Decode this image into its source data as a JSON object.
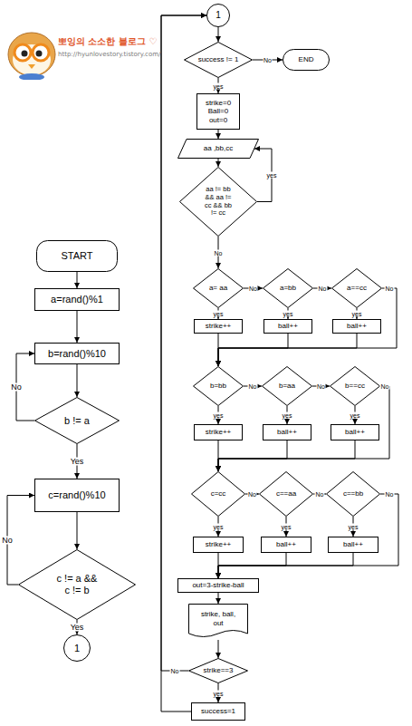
{
  "diagram": {
    "nodes": [
      {
        "text": [
          "START"
        ]
      },
      {
        "text": [
          "a=rand()%1"
        ]
      },
      {
        "text": [
          "b=rand()%10"
        ]
      },
      {
        "text": [
          "b != a"
        ]
      },
      {
        "text": [
          "c=rand()%10"
        ]
      },
      {
        "text": [
          "c != a && c != b"
        ]
      },
      {
        "text": [
          "1"
        ]
      },
      {
        "text": [
          "1"
        ]
      },
      {
        "text": [
          "success != 1"
        ]
      },
      {
        "text": [
          "END"
        ]
      },
      {
        "text": [
          "strike=0 Ball=0 out=0"
        ]
      },
      {
        "text": [
          "aa ,bb,cc"
        ]
      },
      {
        "text": [
          "aa != bb && aa != cc && bb != cc"
        ]
      },
      {
        "text": [
          "a= aa"
        ]
      },
      {
        "text": [
          "a=bb"
        ]
      },
      {
        "text": [
          "a==cc"
        ]
      },
      {
        "text": [
          "strike++"
        ]
      },
      {
        "text": [
          "ball++"
        ]
      },
      {
        "text": [
          "ball++"
        ]
      },
      {
        "text": [
          "b=bb"
        ]
      },
      {
        "text": [
          "b=aa"
        ]
      },
      {
        "text": [
          "b==cc"
        ]
      },
      {
        "text": [
          "strike++"
        ]
      },
      {
        "text": [
          "ball++"
        ]
      },
      {
        "text": [
          "ball++"
        ]
      },
      {
        "text": [
          "c=cc"
        ]
      },
      {
        "text": [
          "c==aa"
        ]
      },
      {
        "text": [
          "c==bb"
        ]
      },
      {
        "text": [
          "strike++"
        ]
      },
      {
        "text": [
          "ball++"
        ]
      },
      {
        "text": [
          "ball++"
        ]
      },
      {
        "text": [
          "out=3-strike-ball"
        ]
      },
      {
        "text": [
          "strike, ball, out"
        ]
      },
      {
        "text": [
          "strike==3"
        ]
      },
      {
        "text": [
          "success=1"
        ]
      }
    ],
    "edges": [
      {
        "from": 0,
        "to": 1,
        "arrow": "to"
      },
      {
        "from": 1,
        "to": 2,
        "arrow": "to"
      },
      {
        "from": 2,
        "to": 3,
        "arrow": "to"
      },
      {
        "from": 3,
        "to": 2,
        "label": "No",
        "arrow": "to"
      },
      {
        "from": 3,
        "to": 4,
        "label": "Yes",
        "arrow": "to"
      },
      {
        "from": 4,
        "to": 5,
        "arrow": "to"
      },
      {
        "from": 5,
        "to": 4,
        "label": "No",
        "arrow": "to"
      },
      {
        "from": 5,
        "to": 6,
        "label": "Yes",
        "arrow": "to"
      },
      {
        "from": 7,
        "to": 8,
        "arrow": "to"
      },
      {
        "from": 8,
        "to": 9,
        "label": "No",
        "arrow": "to"
      },
      {
        "from": 8,
        "to": 10,
        "label": "yes",
        "arrow": "to"
      },
      {
        "from": 10,
        "to": 11,
        "arrow": "to"
      },
      {
        "from": 11,
        "to": 12,
        "arrow": "to"
      },
      {
        "from": 12,
        "to": 11,
        "label": "yes",
        "arrow": "to"
      },
      {
        "from": 12,
        "to": 13,
        "label": "No",
        "arrow": "to"
      },
      {
        "from": 13,
        "to": 14,
        "label": "No",
        "arrow": "to"
      },
      {
        "from": 14,
        "to": 15,
        "label": "No",
        "arrow": "to"
      },
      {
        "from": 13,
        "to": 16,
        "label": "yes",
        "arrow": "to"
      },
      {
        "from": 14,
        "to": 17,
        "label": "yes",
        "arrow": "to"
      },
      {
        "from": 15,
        "to": 18,
        "label": "yes",
        "arrow": "to"
      },
      {
        "from": 16,
        "to": 19,
        "arrow": "to"
      },
      {
        "from": 17,
        "to": 19,
        "arrow": "to"
      },
      {
        "from": 18,
        "to": 19,
        "arrow": "to"
      },
      {
        "from": 15,
        "to": 19,
        "label": "No",
        "arrow": "to"
      },
      {
        "from": 19,
        "to": 20,
        "label": "No",
        "arrow": "to"
      },
      {
        "from": 20,
        "to": 21,
        "label": "No",
        "arrow": "to"
      },
      {
        "from": 19,
        "to": 22,
        "label": "yes",
        "arrow": "to"
      },
      {
        "from": 20,
        "to": 23,
        "label": "yes",
        "arrow": "to"
      },
      {
        "from": 21,
        "to": 24,
        "label": "yes",
        "arrow": "to"
      },
      {
        "from": 22,
        "to": 25,
        "arrow": "to"
      },
      {
        "from": 23,
        "to": 25,
        "arrow": "to"
      },
      {
        "from": 24,
        "to": 25,
        "arrow": "to"
      },
      {
        "from": 21,
        "to": 25,
        "label": "No",
        "arrow": "to"
      },
      {
        "from": 25,
        "to": 26,
        "label": "No",
        "arrow": "to"
      },
      {
        "from": 26,
        "to": 27,
        "label": "No",
        "arrow": "to"
      },
      {
        "from": 25,
        "to": 28,
        "label": "yes",
        "arrow": "to"
      },
      {
        "from": 26,
        "to": 29,
        "label": "yes",
        "arrow": "to"
      },
      {
        "from": 27,
        "to": 30,
        "label": "yes",
        "arrow": "to"
      },
      {
        "from": 28,
        "to": 31,
        "arrow": "to"
      },
      {
        "from": 29,
        "to": 31,
        "arrow": "to"
      },
      {
        "from": 30,
        "to": 31,
        "arrow": "to"
      },
      {
        "from": 27,
        "to": 31,
        "label": "No",
        "arrow": "to"
      },
      {
        "from": 31,
        "to": 32,
        "arrow": "to"
      },
      {
        "from": 32,
        "to": 33,
        "arrow": "to"
      },
      {
        "from": 33,
        "to": 34,
        "label": "yes",
        "arrow": "to"
      },
      {
        "from": 33,
        "to": 7,
        "label": "No",
        "arrow": "to"
      },
      {
        "from": 34,
        "to": 7,
        "arrow": "to"
      }
    ],
    "labels": [
      "뽀잉의 소소한 블로그 ♡",
      "http://hyunlovestory.tistory.com/"
    ]
  }
}
